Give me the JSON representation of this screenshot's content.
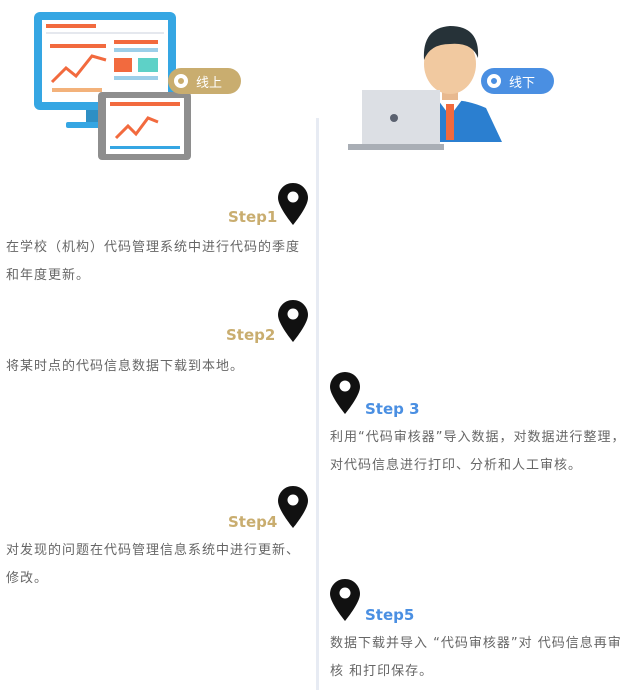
{
  "badges": {
    "online": "线上",
    "offline": "线下"
  },
  "steps": [
    {
      "title": "Step1",
      "text": "在学校（机构）代码管理系统中进行代码的季度和年度更新。"
    },
    {
      "title": "Step2",
      "text": "将某时点的代码信息数据下载到本地。"
    },
    {
      "title": "Step 3",
      "text": "利用“代码审核器”导入数据，对数据进行整理，对代码信息进行打印、分析和人工审核。"
    },
    {
      "title": "Step4",
      "text": "对发现的问题在代码管理信息系统中进行更新、修改。"
    },
    {
      "title": "Step5",
      "text": "数据下载并导入 “代码审核器”对 代码信息再审核 和打印保存。"
    }
  ],
  "colors": {
    "online_accent": "#c9ad6f",
    "offline_accent": "#4a8fe2",
    "body_text": "#666666",
    "divider": "#e7ebf3"
  }
}
